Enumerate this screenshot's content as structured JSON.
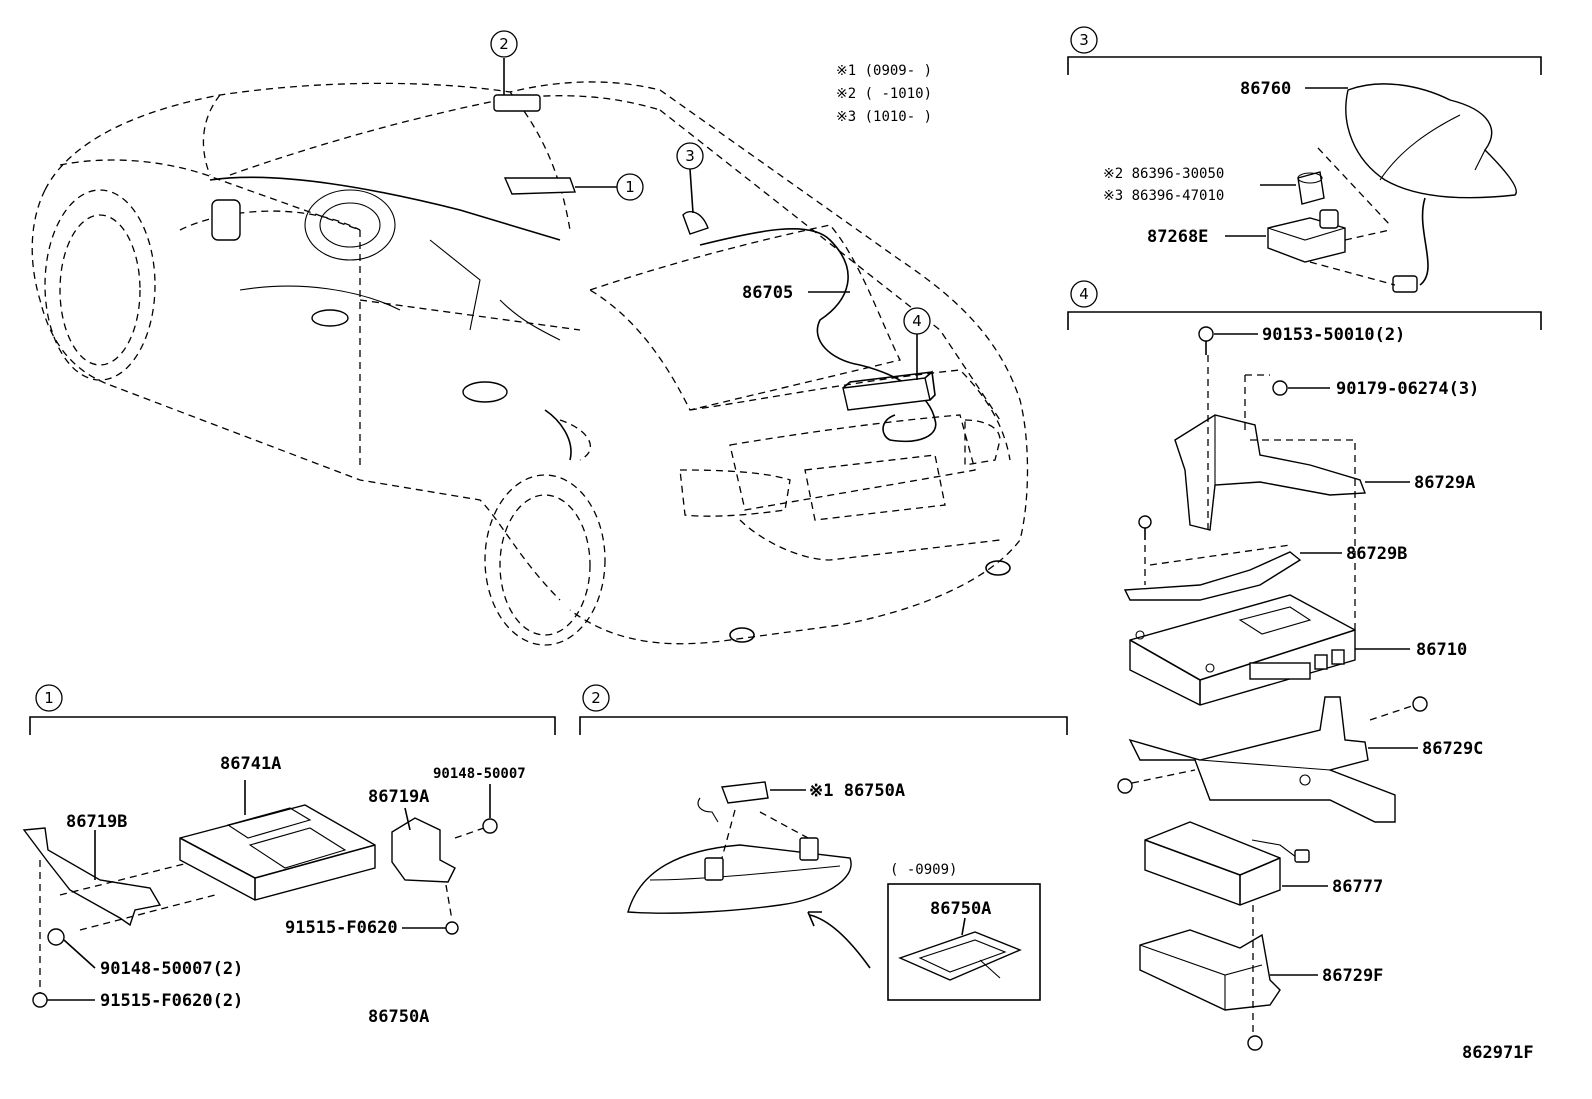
{
  "notes": {
    "n1": "※1 (0909-    )",
    "n2": "※2 (    -1010)",
    "n3": "※3 (1010-    )"
  },
  "callouts": {
    "c1": "1",
    "c2": "2",
    "c3": "3",
    "c4": "4"
  },
  "car": {
    "wire": "86705"
  },
  "section1": {
    "p1": "86741A",
    "p2": "86719B",
    "p3": "86719A",
    "p4": "90148-50007",
    "p5": "91515-F0620",
    "p6": "90148-50007(2)",
    "p7": "91515-F0620(2)",
    "p8": "86750A"
  },
  "section2": {
    "p1": "※1 86750A",
    "inset_note": "(    -0909)",
    "inset_part": "86750A"
  },
  "section3": {
    "p1": "86760",
    "p2": "※2 86396-30050",
    "p3": "※3 86396-47010",
    "p4": "87268E"
  },
  "section4": {
    "p1": "90153-50010(2)",
    "p2": "90179-06274(3)",
    "p3": "86729A",
    "p4": "86729B",
    "p5": "86710",
    "p6": "86729C",
    "p7": "86777",
    "p8": "86729F"
  },
  "figure_id": "862971F"
}
